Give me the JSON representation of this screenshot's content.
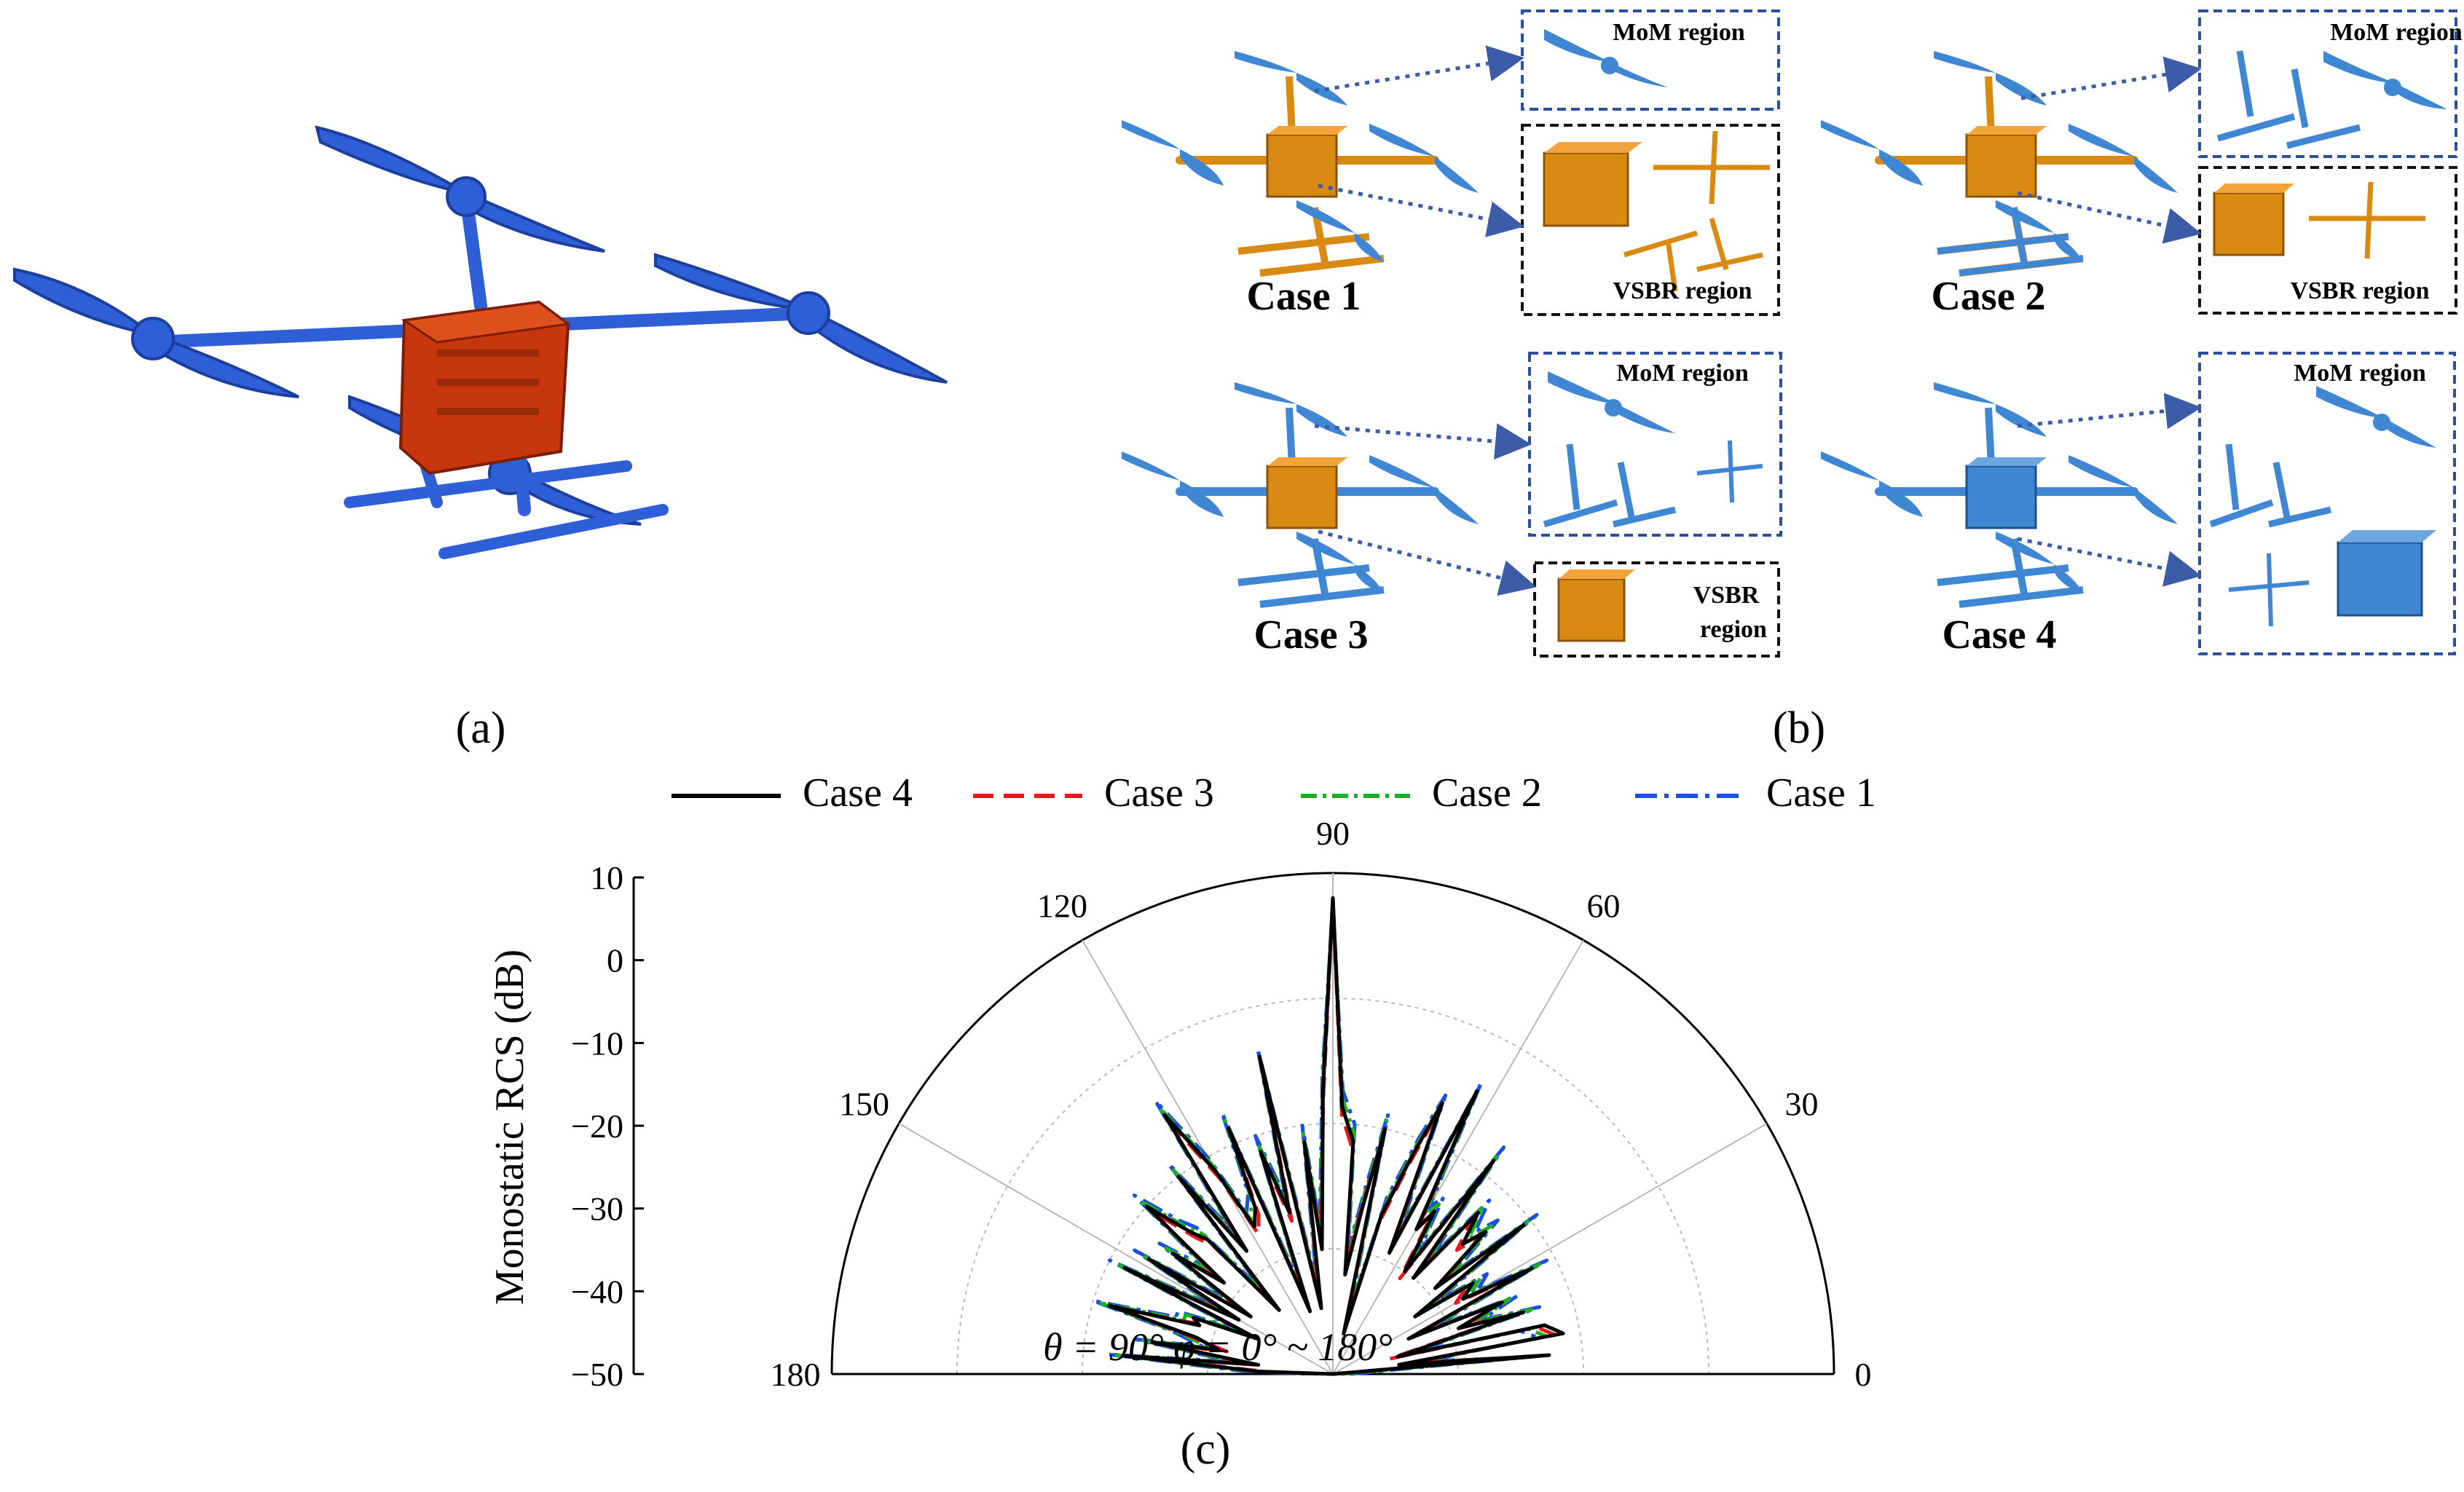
{
  "panels": {
    "a": {
      "label": "(a)"
    },
    "b": {
      "label": "(b)",
      "cases": [
        {
          "name": "Case 1",
          "mom_label": "MoM  region",
          "vsbr_label": "VSBR region"
        },
        {
          "name": "Case 2",
          "mom_label": "MoM  region",
          "vsbr_label": "VSBR region"
        },
        {
          "name": "Case 3",
          "mom_label": "MoM region",
          "vsbr_label_line1": "VSBR",
          "vsbr_label_line2": "region"
        },
        {
          "name": "Case 4",
          "mom_label": "MoM region"
        }
      ]
    },
    "c": {
      "label": "(c)"
    }
  },
  "colors": {
    "drone_blue": "#2f5fd6",
    "drone_body_red": "#c8360e",
    "case_blue": "#3f86d3",
    "case_orange": "#d98a12",
    "mom_border": "#2b4f9a",
    "vsbr_border": "#111111",
    "arrow": "#3c5ca8",
    "case4": "#000000",
    "case3": "#e41a1c",
    "case2": "#1fae2a",
    "case1": "#1a4fe0"
  },
  "chart_data": {
    "type": "polar",
    "ylabel": "Monostatic RCS (dB)",
    "annotation": "θ = 90°   φ = 0° ~ 180°",
    "r_ticks": [
      10,
      0,
      -10,
      -20,
      -30,
      -40,
      -50
    ],
    "rlim": [
      -50,
      10
    ],
    "angle_ticks": [
      "0",
      "30",
      "60",
      "90",
      "120",
      "150",
      "180"
    ],
    "angle_range_deg": [
      0,
      180
    ],
    "grid": true,
    "legend": {
      "position": "top",
      "entries": [
        "Case 4",
        "Case 3",
        "Case 2",
        "Case 1"
      ]
    },
    "x": [
      0,
      5,
      8,
      10,
      13,
      15,
      18,
      20,
      23,
      25,
      28,
      30,
      33,
      35,
      38,
      40,
      43,
      45,
      48,
      50,
      53,
      55,
      58,
      60,
      63,
      65,
      68,
      70,
      73,
      75,
      78,
      80,
      83,
      85,
      88,
      90,
      92,
      95,
      97,
      100,
      103,
      105,
      108,
      110,
      113,
      115,
      118,
      120,
      123,
      125,
      128,
      130,
      133,
      135,
      138,
      140,
      143,
      145,
      148,
      150,
      153,
      155,
      158,
      160,
      163,
      165,
      168,
      170,
      173,
      175,
      178,
      180
    ],
    "series": [
      {
        "name": "Case 4",
        "values": [
          -50,
          -24,
          -42,
          -22,
          -24,
          -42,
          -26,
          -34,
          -28,
          -40,
          -23,
          -32,
          -30,
          -38,
          -21,
          -34,
          -25,
          -28,
          -24,
          -35,
          -18,
          -35,
          -27,
          -30,
          -12,
          -34,
          -15,
          -22,
          -30,
          -45,
          -20,
          -30,
          -38,
          -22,
          -18,
          7,
          -16,
          -35,
          -22,
          -42,
          -11,
          -30,
          -22,
          -42,
          -18,
          -28,
          -30,
          -22,
          -13,
          -32,
          -20,
          -40,
          -28,
          -26,
          -20,
          -33,
          -26,
          -38,
          -24,
          -37,
          -22,
          -40,
          -32,
          -33,
          -22,
          -33,
          -36,
          -28,
          -41,
          -25,
          -41,
          -50
        ]
      },
      {
        "name": "Case 3",
        "values": [
          -50,
          -25,
          -41,
          -23,
          -25,
          -43,
          -27,
          -33,
          -29,
          -39,
          -24,
          -33,
          -31,
          -37,
          -22,
          -33,
          -26,
          -29,
          -25,
          -34,
          -19,
          -36,
          -28,
          -29,
          -13,
          -33,
          -16,
          -23,
          -31,
          -44,
          -21,
          -29,
          -37,
          -23,
          -19,
          7,
          -17,
          -34,
          -23,
          -41,
          -12,
          -31,
          -23,
          -41,
          -19,
          -29,
          -31,
          -23,
          -14,
          -31,
          -21,
          -39,
          -29,
          -27,
          -21,
          -32,
          -27,
          -37,
          -25,
          -36,
          -23,
          -39,
          -33,
          -32,
          -23,
          -32,
          -37,
          -29,
          -40,
          -26,
          -42,
          -49
        ]
      },
      {
        "name": "Case 2",
        "values": [
          -49,
          -26,
          -40,
          -24,
          -26,
          -41,
          -25,
          -32,
          -27,
          -38,
          -22,
          -31,
          -29,
          -36,
          -20,
          -32,
          -24,
          -27,
          -23,
          -33,
          -17,
          -33,
          -26,
          -28,
          -12,
          -32,
          -15,
          -21,
          -29,
          -43,
          -19,
          -28,
          -36,
          -21,
          -17,
          7,
          -15,
          -33,
          -21,
          -40,
          -11,
          -29,
          -21,
          -40,
          -17,
          -27,
          -29,
          -21,
          -12,
          -30,
          -19,
          -38,
          -27,
          -25,
          -19,
          -31,
          -25,
          -36,
          -23,
          -35,
          -21,
          -38,
          -31,
          -31,
          -21,
          -31,
          -35,
          -27,
          -39,
          -24,
          -40,
          -48
        ]
      },
      {
        "name": "Case 1",
        "values": [
          -48,
          -27,
          -39,
          -25,
          -27,
          -40,
          -24,
          -31,
          -26,
          -37,
          -21,
          -30,
          -28,
          -35,
          -19,
          -31,
          -23,
          -26,
          -22,
          -32,
          -16,
          -32,
          -25,
          -27,
          -11,
          -31,
          -14,
          -20,
          -28,
          -42,
          -18,
          -27,
          -35,
          -20,
          -16,
          6,
          -14,
          -32,
          -20,
          -39,
          -10,
          -28,
          -20,
          -39,
          -16,
          -26,
          -28,
          -20,
          -11,
          -29,
          -18,
          -37,
          -26,
          -24,
          -18,
          -30,
          -24,
          -35,
          -22,
          -34,
          -20,
          -37,
          -30,
          -30,
          -20,
          -30,
          -34,
          -26,
          -38,
          -23,
          -39,
          -47
        ]
      }
    ]
  }
}
